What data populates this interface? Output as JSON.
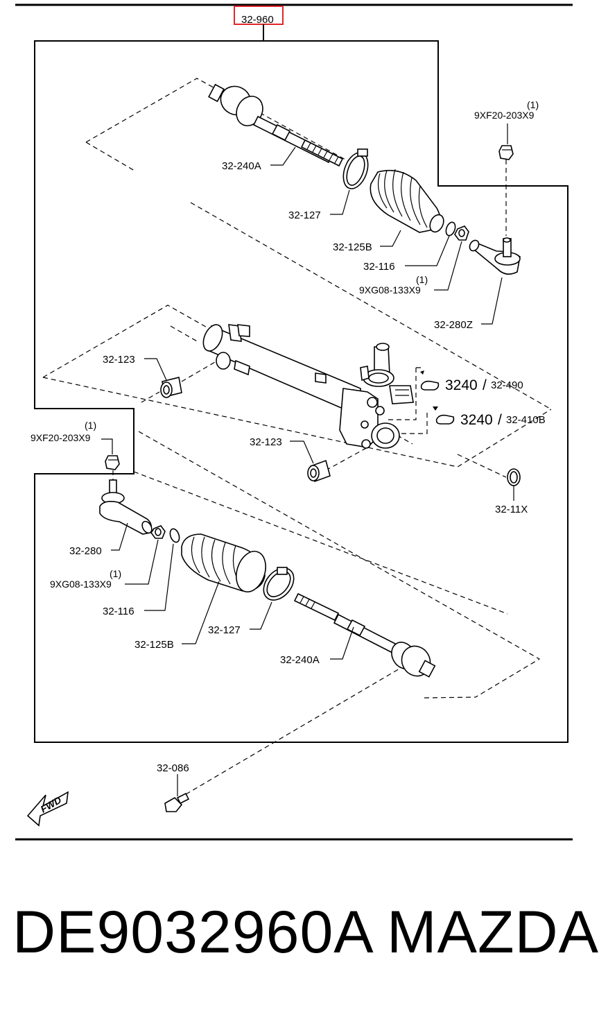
{
  "diagram": {
    "assembly_code": "32-960",
    "highlight_color": "#e0262b",
    "fwd_label": "FWD",
    "callouts": {
      "rack_top": "32-240A",
      "band_top": "32-127",
      "boot_top": "32-125B",
      "washer_top": "32-116",
      "nut_top_qty": "(1)",
      "nut_top": "9XG08-133X9",
      "tierod_end_right": "32-280Z",
      "castle_nut_right_qty": "(1)",
      "castle_nut_right": "9XF20-203X9",
      "bushing_upper": "32-123",
      "bushing_lower": "32-123",
      "ref_3240_a": "3240",
      "ref_490": "32-490",
      "ref_3240_b": "3240",
      "ref_410b": "32-410B",
      "seal_11x": "32-11X",
      "castle_nut_left_qty": "(1)",
      "castle_nut_left": "9XF20-203X9",
      "tierod_end_left": "32-280",
      "nut_bottom_qty": "(1)",
      "nut_bottom": "9XG08-133X9",
      "washer_bottom": "32-116",
      "band_bottom": "32-127",
      "boot_bottom": "32-125B",
      "rack_bottom": "32-240A",
      "bolt": "32-086",
      "slash_a": "/",
      "slash_b": "/"
    }
  },
  "footer": {
    "part_number": "DE9032960A",
    "brand": "MAZDA"
  }
}
